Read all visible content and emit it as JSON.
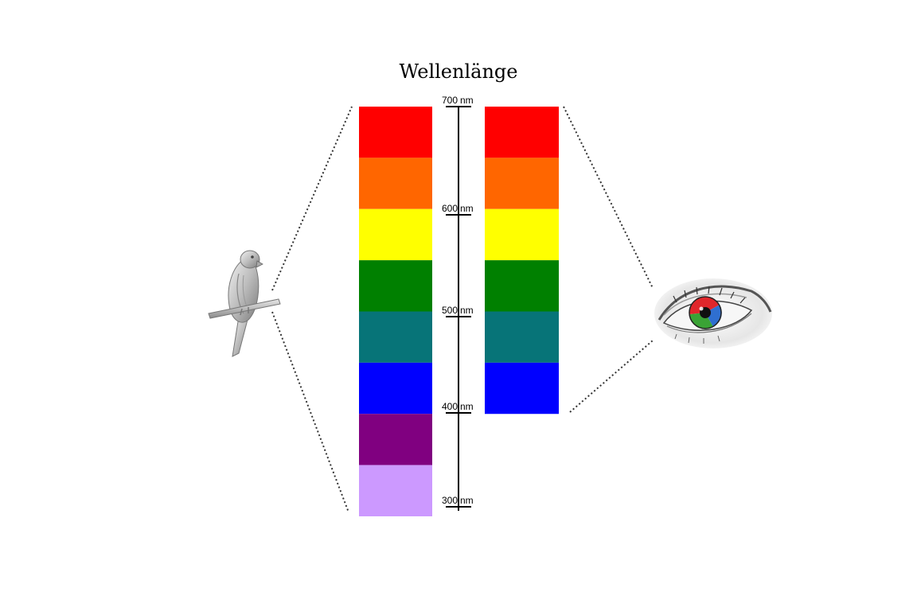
{
  "title": "Wellenlänge",
  "unit": "nm",
  "colors": {
    "axis": "#000000",
    "connector": "#333333",
    "parrot_body": "#c8c8c8",
    "eye_red": "#e0262b",
    "eye_green": "#3aa335",
    "eye_blue": "#2f6fd0"
  },
  "icons": {
    "bird": "parrot-icon",
    "human": "eye-icon"
  },
  "ticks": [
    {
      "value": 700,
      "label": "700"
    },
    {
      "value": 600,
      "label": "600"
    },
    {
      "value": 500,
      "label": "500"
    },
    {
      "value": 400,
      "label": "400"
    },
    {
      "value": 300,
      "label": "300"
    }
  ],
  "bird_spectrum": [
    {
      "name": "red",
      "color": "#ff0000",
      "from_nm": 650,
      "to_nm": 700
    },
    {
      "name": "orange",
      "color": "#ff6600",
      "from_nm": 600,
      "to_nm": 650
    },
    {
      "name": "yellow",
      "color": "#ffff00",
      "from_nm": 550,
      "to_nm": 600
    },
    {
      "name": "green",
      "color": "#008000",
      "from_nm": 500,
      "to_nm": 550
    },
    {
      "name": "teal",
      "color": "#077478",
      "from_nm": 450,
      "to_nm": 500
    },
    {
      "name": "blue",
      "color": "#0000ff",
      "from_nm": 400,
      "to_nm": 450
    },
    {
      "name": "violet",
      "color": "#800080",
      "from_nm": 350,
      "to_nm": 400
    },
    {
      "name": "ultraviolet",
      "color": "#cc99ff",
      "from_nm": 300,
      "to_nm": 350
    }
  ],
  "human_spectrum": [
    {
      "name": "red",
      "color": "#ff0000",
      "from_nm": 650,
      "to_nm": 700
    },
    {
      "name": "orange",
      "color": "#ff6600",
      "from_nm": 600,
      "to_nm": 650
    },
    {
      "name": "yellow",
      "color": "#ffff00",
      "from_nm": 550,
      "to_nm": 600
    },
    {
      "name": "green",
      "color": "#008000",
      "from_nm": 500,
      "to_nm": 550
    },
    {
      "name": "teal",
      "color": "#077478",
      "from_nm": 450,
      "to_nm": 500
    },
    {
      "name": "blue",
      "color": "#0000ff",
      "from_nm": 400,
      "to_nm": 450
    }
  ]
}
